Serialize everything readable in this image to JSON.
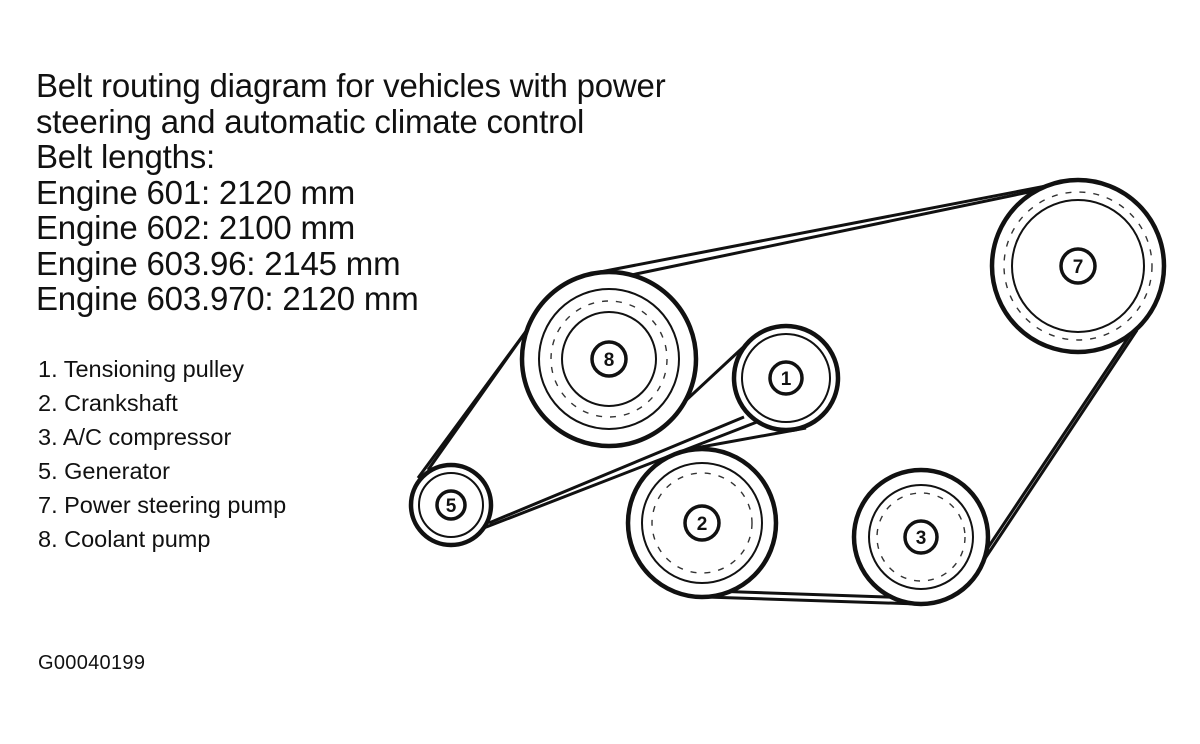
{
  "title": {
    "lines": [
      "Belt routing diagram for vehicles with power",
      "steering and automatic climate control",
      "Belt lengths:",
      "Engine 601: 2120 mm",
      "Engine 602: 2100 mm",
      "Engine 603.96: 2145 mm",
      "Engine 603.970: 2120 mm"
    ]
  },
  "legend": {
    "items": [
      "1. Tensioning pulley",
      "2. Crankshaft",
      "3. A/C compressor",
      "5. Generator",
      "7. Power steering pump",
      "8. Coolant pump"
    ]
  },
  "figure_code": "G00040199",
  "pulleys": [
    {
      "id": "7",
      "name": "power-steering-pump"
    },
    {
      "id": "8",
      "name": "coolant-pump"
    },
    {
      "id": "1",
      "name": "tensioning-pulley"
    },
    {
      "id": "5",
      "name": "generator"
    },
    {
      "id": "2",
      "name": "crankshaft"
    },
    {
      "id": "3",
      "name": "ac-compressor"
    }
  ],
  "colors": {
    "line": "#111111",
    "background": "#ffffff"
  }
}
